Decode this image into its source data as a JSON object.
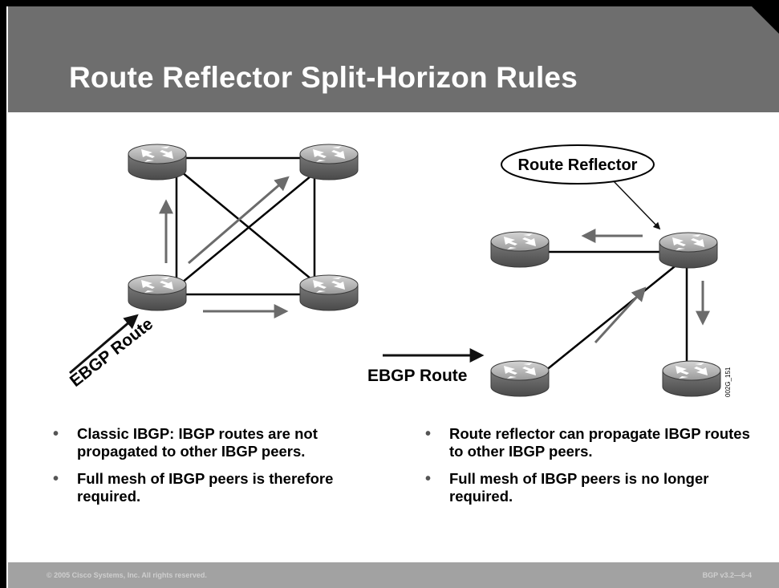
{
  "slide": {
    "title": "Route Reflector Split-Horizon Rules"
  },
  "diagram": {
    "left_label": "EBGP Route",
    "right_label": "EBGP Route",
    "callout": "Route Reflector",
    "figure_id": "002G_151"
  },
  "bullets_left": [
    "Classic IBGP: IBGP routes are not propagated to other IBGP peers.",
    "Full mesh of IBGP peers is therefore required."
  ],
  "bullets_right": [
    "Route reflector can propagate IBGP routes to other IBGP peers.",
    "Full mesh of IBGP peers is no longer required."
  ],
  "footer": {
    "copyright": "© 2005 Cisco Systems, Inc. All rights reserved.",
    "course": "BGP v3.2—6-4"
  }
}
